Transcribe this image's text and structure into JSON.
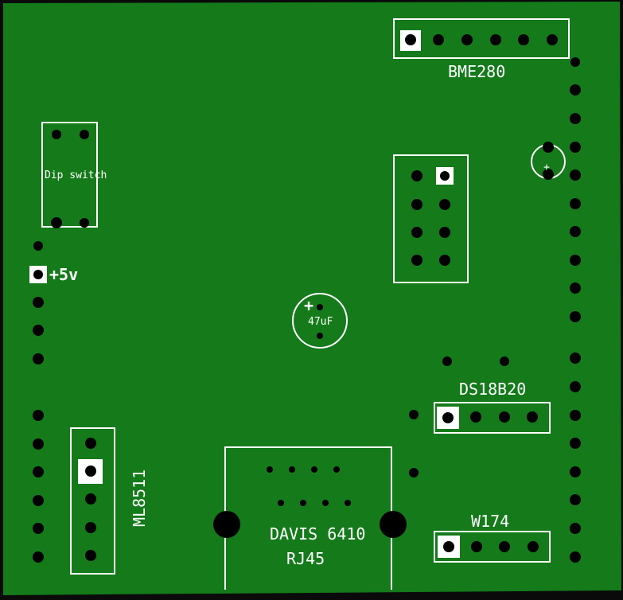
{
  "board": {
    "copper_color": "#147a1a",
    "silk_color": "#ffffff",
    "pad_color": "#000000"
  },
  "labels": {
    "bme280": "BME280",
    "dip_switch": "Dip switch",
    "plus5v": "+5v",
    "cap_value": "47uF",
    "cap_plus": "+",
    "small_cap_plus": "+",
    "ds18b20": "DS18B20",
    "ml8511": "ML8511",
    "davis": "DAVIS 6410",
    "rj45": "RJ45",
    "w174": "W174"
  }
}
